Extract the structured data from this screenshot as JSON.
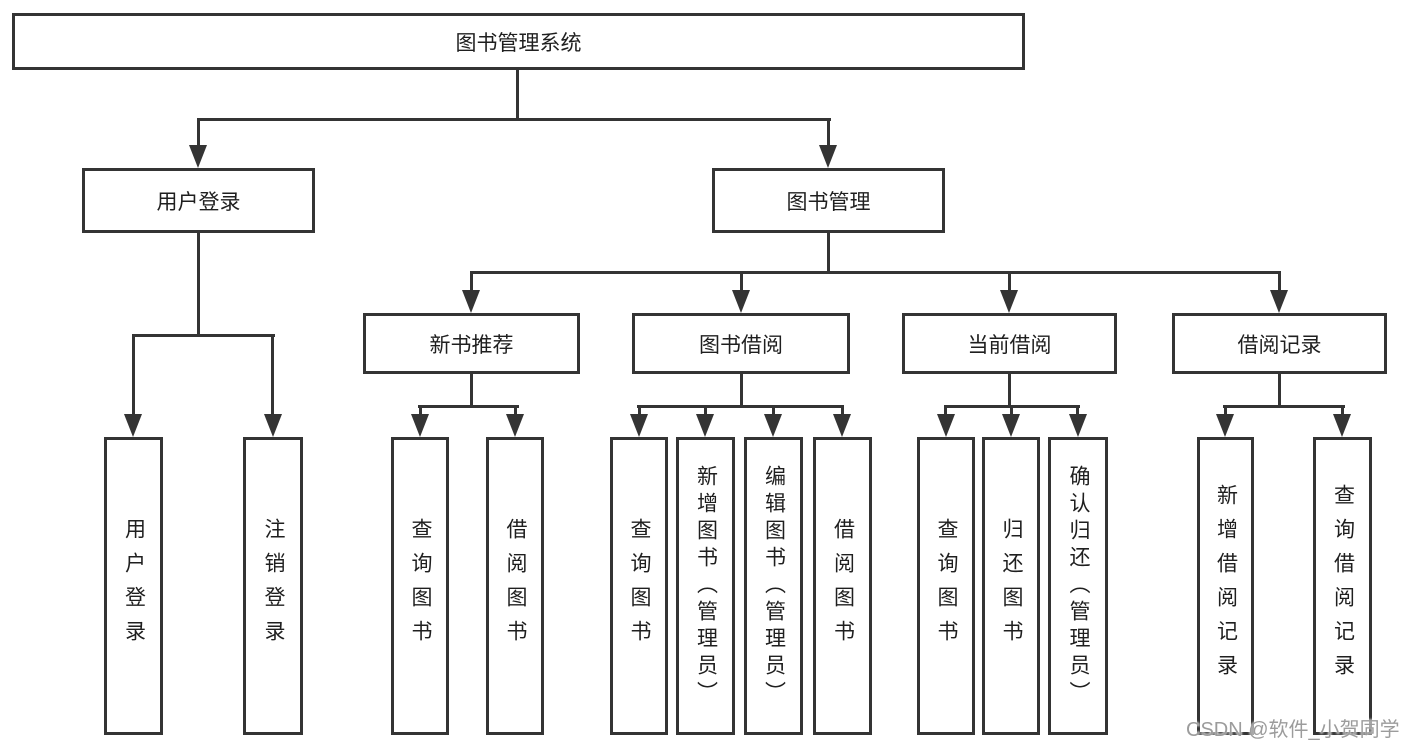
{
  "diagram": {
    "root": {
      "label": "图书管理系统"
    },
    "level1": [
      {
        "label": "用户登录"
      },
      {
        "label": "图书管理"
      }
    ],
    "user_login_children": [
      {
        "label": "用户登录"
      },
      {
        "label": "注销登录"
      }
    ],
    "book_mgmt_children": [
      {
        "label": "新书推荐"
      },
      {
        "label": "图书借阅"
      },
      {
        "label": "当前借阅"
      },
      {
        "label": "借阅记录"
      }
    ],
    "new_book_children": [
      {
        "label": "查询图书"
      },
      {
        "label": "借阅图书"
      }
    ],
    "book_borrow_children": [
      {
        "label": "查询图书"
      },
      {
        "label": "新增图书（管理员）"
      },
      {
        "label": "编辑图书（管理员）"
      },
      {
        "label": "借阅图书"
      }
    ],
    "current_borrow_children": [
      {
        "label": "查询图书"
      },
      {
        "label": "归还图书"
      },
      {
        "label": "确认归还（管理员）"
      }
    ],
    "borrow_records_children": [
      {
        "label": "新增借阅记录"
      },
      {
        "label": "查询借阅记录"
      }
    ]
  },
  "watermark": "CSDN @软件_小贺同学",
  "colors": {
    "line": "#343434",
    "text": "#1f1f1f",
    "watermark": "#9c9c9c",
    "background": "#ffffff"
  }
}
